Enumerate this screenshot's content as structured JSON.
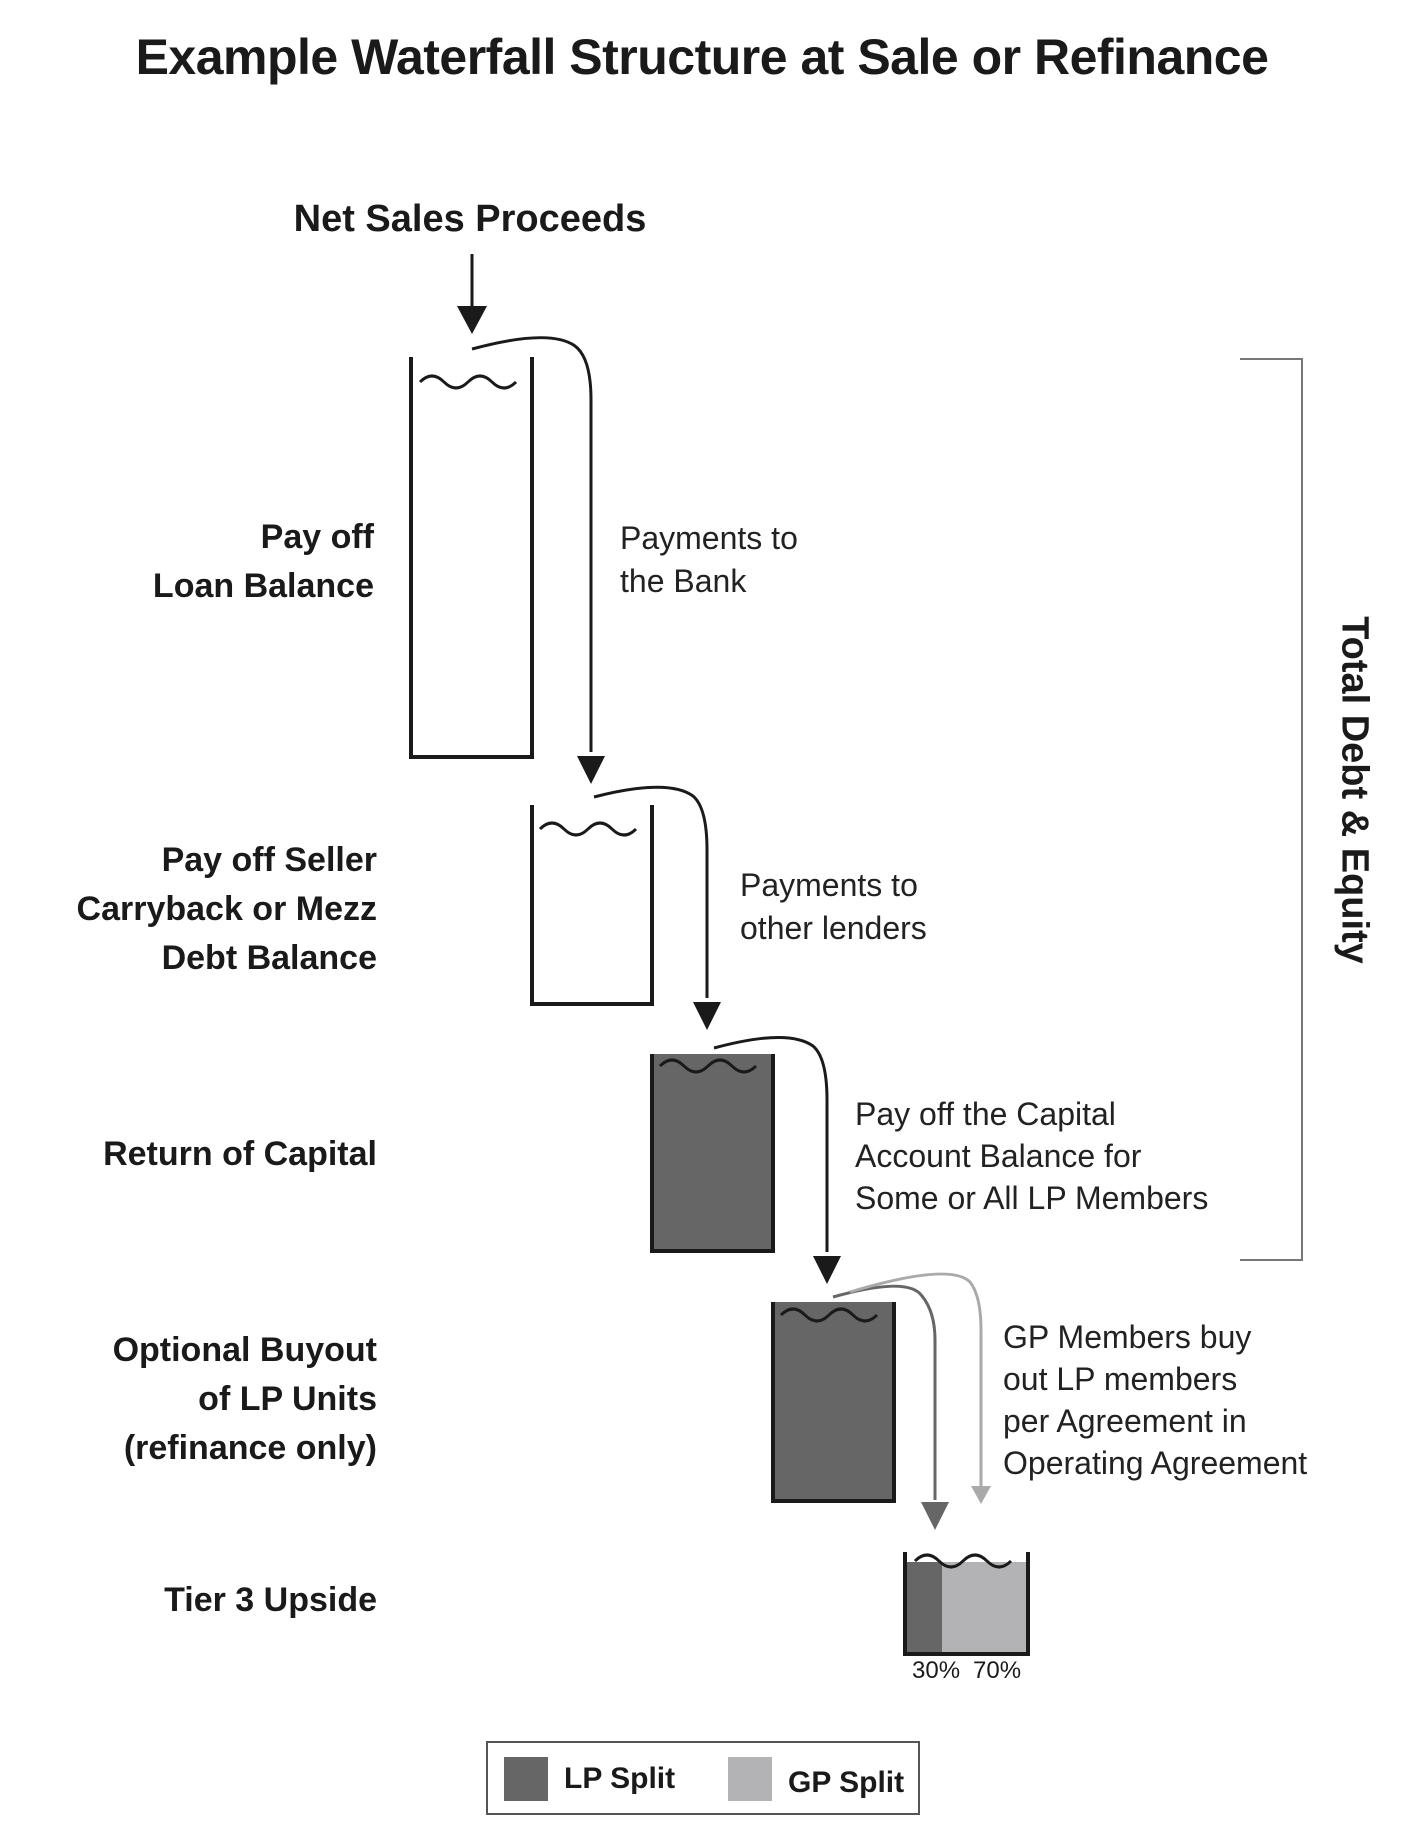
{
  "title": "Example Waterfall Structure at Sale or Refinance",
  "source_label": "Net Sales Proceeds",
  "stages": [
    {
      "id": "loan",
      "label_lines": [
        "Pay off",
        "Loan Balance"
      ],
      "note_lines": [
        "Payments to",
        "the Bank"
      ]
    },
    {
      "id": "mezz",
      "label_lines": [
        "Pay off Seller",
        "Carryback or Mezz",
        "Debt Balance"
      ],
      "note_lines": [
        "Payments to",
        "other lenders"
      ]
    },
    {
      "id": "capital",
      "label_lines": [
        "Return of Capital"
      ],
      "note_lines": [
        "Pay off the Capital",
        "Account Balance for",
        "Some or All LP Members"
      ]
    },
    {
      "id": "buyout",
      "label_lines": [
        "Optional Buyout",
        "of LP Units",
        "(refinance only)"
      ],
      "note_lines": [
        "GP Members buy",
        "out LP members",
        "per Agreement in",
        "Operating Agreement"
      ]
    },
    {
      "id": "tier3",
      "label_lines": [
        "Tier 3 Upside"
      ],
      "note_lines": []
    }
  ],
  "bracket_label": "Total Debt & Equity",
  "split": {
    "lp_percent_label": "30%",
    "gp_percent_label": "70%",
    "lp_fraction": 0.3,
    "gp_fraction": 0.7
  },
  "legend": {
    "lp_label": "LP Split",
    "gp_label": "GP Split"
  },
  "colors": {
    "lp": "#666666",
    "gp": "#b3b3b5",
    "outline": "#1a1a1a",
    "bracket": "#777777",
    "light_arrow": "#aaaaaa",
    "mid_arrow": "#666666"
  }
}
